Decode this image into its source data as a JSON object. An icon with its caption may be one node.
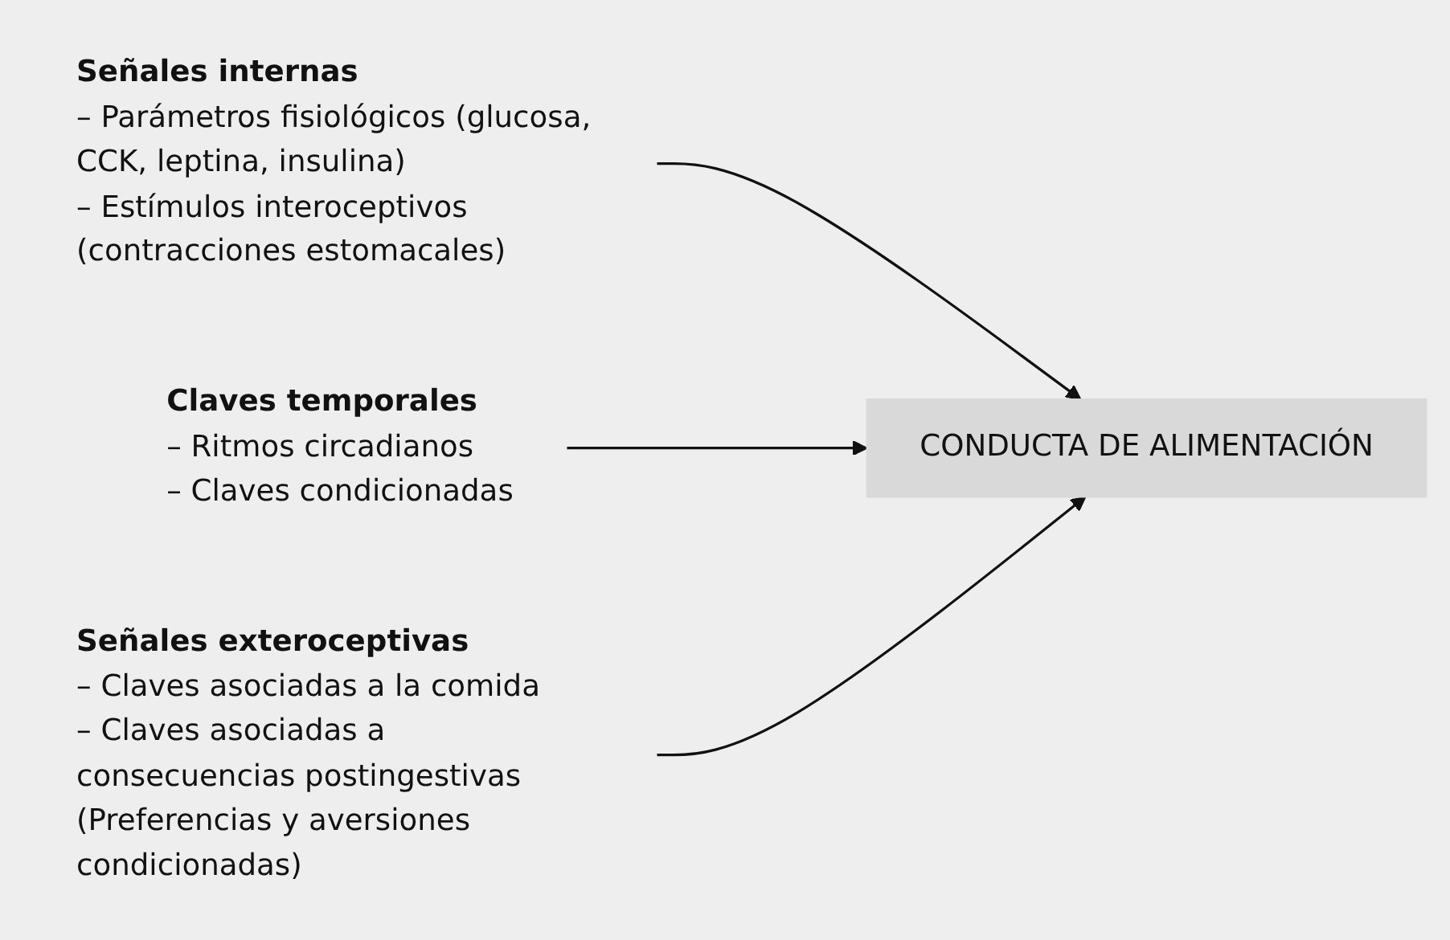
{
  "diagram": {
    "nodes": [
      {
        "text": [
          "Señales internas",
          "– Parámetros fisiológicos (glucosa, CCK, leptina, insulina)",
          "– Estímulos interoceptivos (contracciones estomacales)"
        ]
      },
      {
        "text": [
          "Claves temporales",
          "– Ritmos circadianos",
          "– Claves condicionadas"
        ]
      },
      {
        "text": [
          "CONDUCTA DE ALIMENTACIÓN"
        ]
      },
      {
        "text": [
          "Señales exteroceptivas",
          "– Claves asociadas a la comida",
          "– Claves asociadas a consecuencias postingestivas",
          "(Preferencias y aversiones condicionadas)"
        ]
      }
    ],
    "edges": [
      {
        "from": 0,
        "to": 2,
        "arrow": "to"
      },
      {
        "from": 1,
        "to": 2,
        "arrow": "to"
      },
      {
        "from": 3,
        "to": 2,
        "arrow": "to"
      }
    ]
  }
}
